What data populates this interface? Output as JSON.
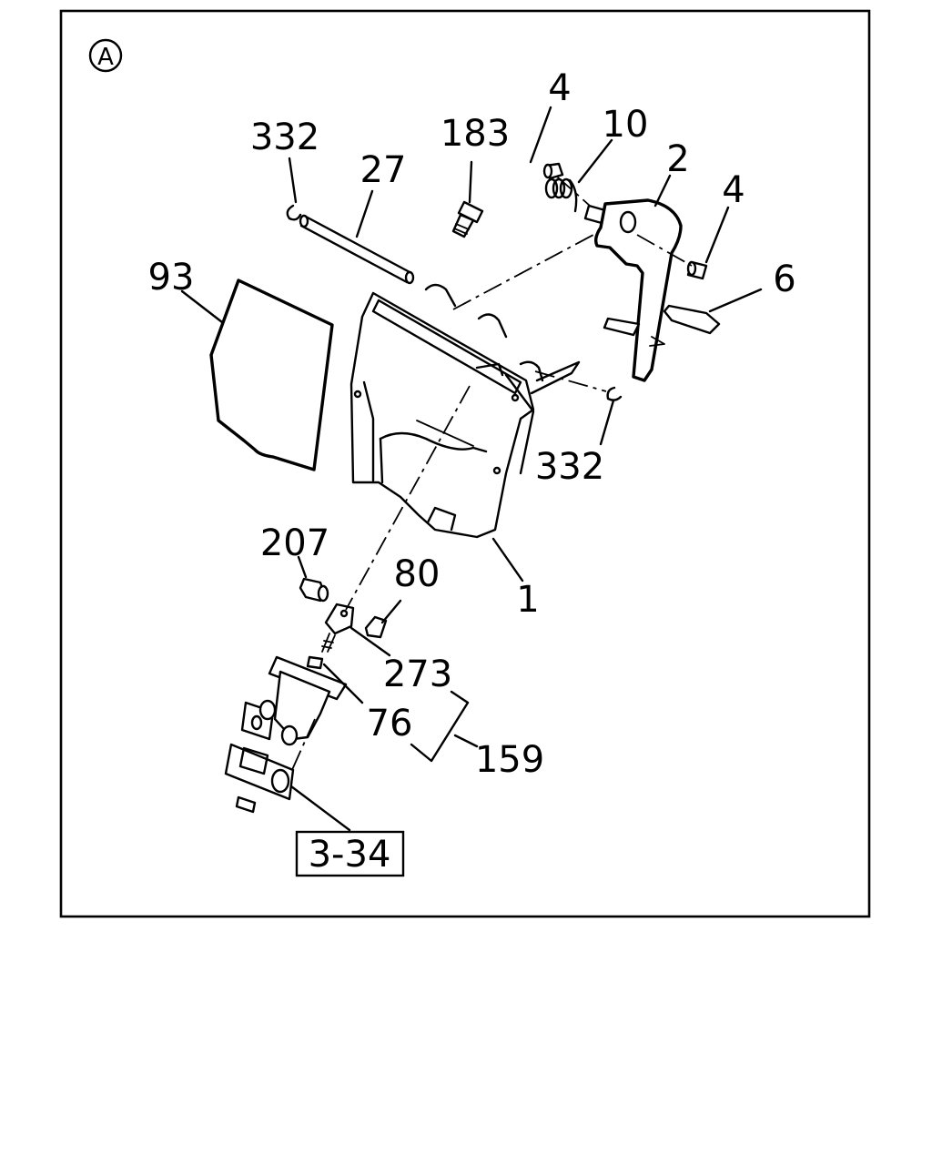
{
  "diagram": {
    "view_marker": "A",
    "callouts": [
      {
        "id": "332-top",
        "text": "332"
      },
      {
        "id": "27",
        "text": "27"
      },
      {
        "id": "183",
        "text": "183"
      },
      {
        "id": "4-top",
        "text": "4"
      },
      {
        "id": "10",
        "text": "10"
      },
      {
        "id": "2",
        "text": "2"
      },
      {
        "id": "4-right",
        "text": "4"
      },
      {
        "id": "6",
        "text": "6"
      },
      {
        "id": "93",
        "text": "93"
      },
      {
        "id": "332-right",
        "text": "332"
      },
      {
        "id": "207",
        "text": "207"
      },
      {
        "id": "80",
        "text": "80"
      },
      {
        "id": "1",
        "text": "1"
      },
      {
        "id": "273",
        "text": "273"
      },
      {
        "id": "76",
        "text": "76"
      },
      {
        "id": "159",
        "text": "159"
      }
    ],
    "reference_box": "3-34"
  }
}
